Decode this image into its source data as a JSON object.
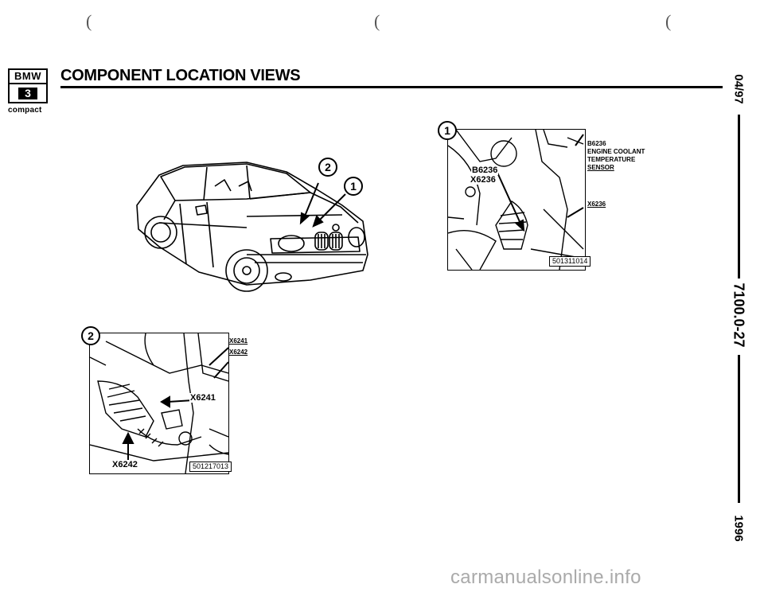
{
  "header": {
    "logo_brand": "BMW",
    "logo_series": "3",
    "logo_variant": "compact",
    "title": "COMPONENT LOCATION VIEWS"
  },
  "side": {
    "date": "04/97",
    "page_ref": "7100.0-27",
    "year": "1996"
  },
  "overview": {
    "callout_1": "1",
    "callout_2": "2"
  },
  "detail_1": {
    "number": "1",
    "label_b6236": "B6236",
    "label_x6236": "X6236",
    "callout_code": "B6236",
    "callout_desc_1": "ENGINE COOLANT",
    "callout_desc_2": "TEMPERATURE",
    "callout_desc_3": "SENSOR",
    "callout_x6236": "X6236",
    "image_code": "501311014"
  },
  "detail_2": {
    "number": "2",
    "label_x6241": "X6241",
    "label_x6242": "X6242",
    "callout_x6241": "X6241",
    "callout_x6242": "X6242",
    "image_code": "501217013"
  },
  "footer": {
    "watermark": "carmanualsonline.info"
  }
}
